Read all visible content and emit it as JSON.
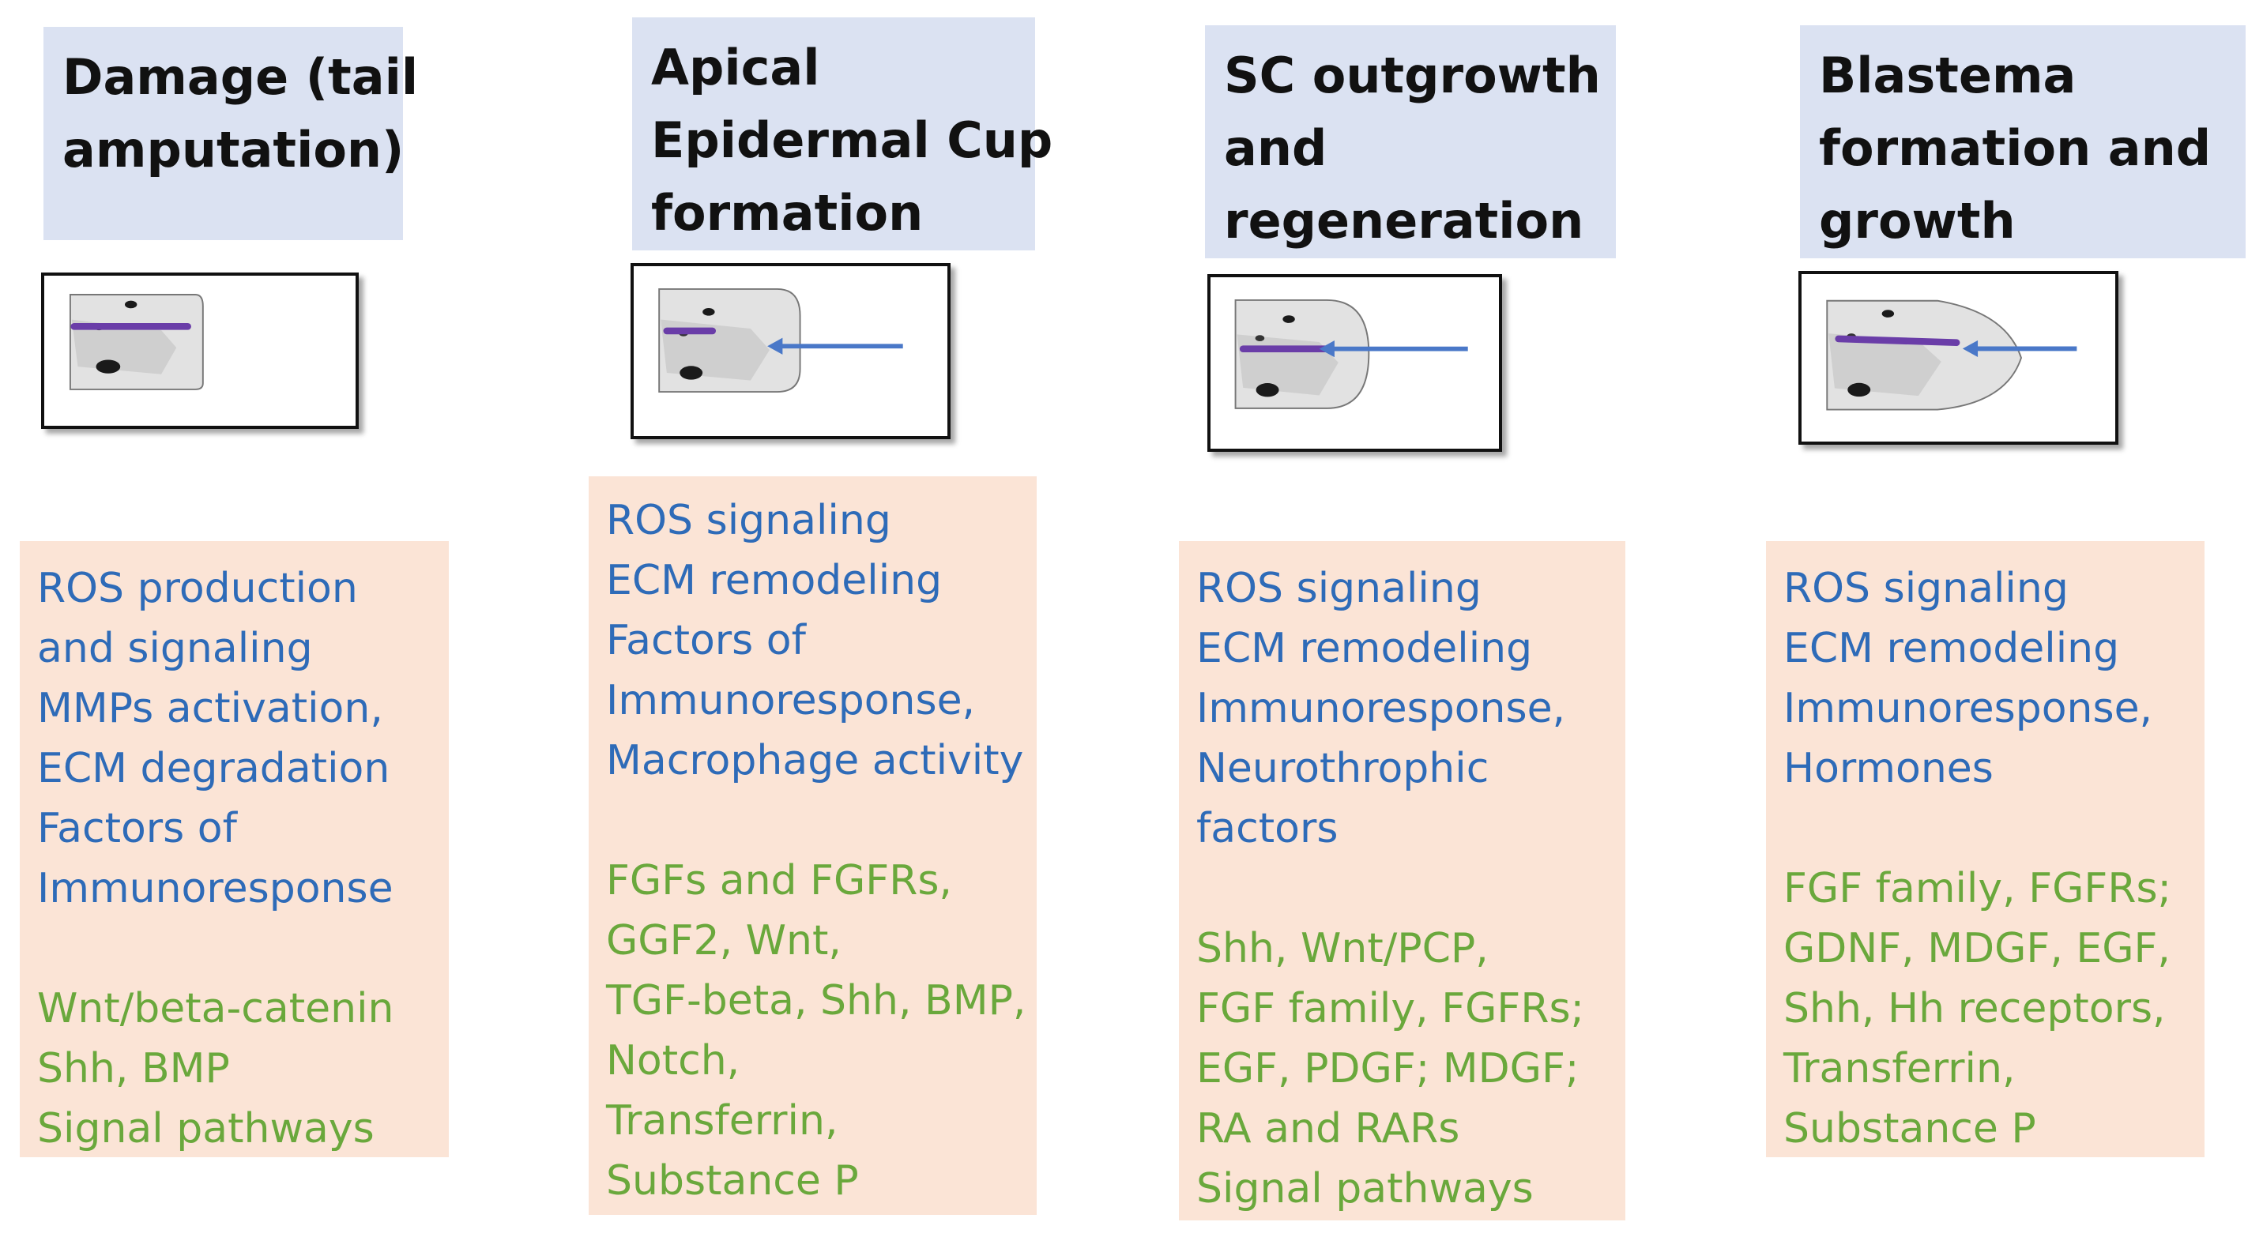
{
  "colors": {
    "title_bg": "#dbe2f2",
    "info_bg": "#fbe4d6",
    "process_text": "#2e6bb8",
    "factor_text": "#6aa83c",
    "spinal_cord_line": "#6a3da8",
    "arrow": "#4a78c8"
  },
  "stages": [
    {
      "title_lines": [
        "Damage (tail",
        "amputation)"
      ],
      "tail_shape": "cut",
      "has_arrow": false,
      "processes": [
        "ROS production",
        "and signaling",
        "MMPs activation,",
        "ECM degradation",
        "Factors of",
        "Immunoresponse"
      ],
      "factors": [
        "Wnt/beta-catenin",
        "Shh, BMP",
        "Signal pathways"
      ]
    },
    {
      "title_lines": [
        "Apical",
        "Epidermal Cup",
        "formation"
      ],
      "tail_shape": "cup",
      "has_arrow": true,
      "processes": [
        "ROS signaling",
        "ECM remodeling",
        "Factors of",
        "Immunoresponse,",
        "Macrophage activity"
      ],
      "factors": [
        "FGFs and FGFRs,",
        "GGF2, Wnt,",
        "TGF-beta, Shh, BMP,",
        "Notch,",
        "Transferrin,",
        "Substance P"
      ]
    },
    {
      "title_lines": [
        "SC outgrowth",
        "and",
        "regeneration"
      ],
      "tail_shape": "rounded",
      "has_arrow": true,
      "processes": [
        "ROS signaling",
        "ECM remodeling",
        "Immunoresponse,",
        "Neurothrophic",
        "factors"
      ],
      "factors": [
        "Shh, Wnt/PCP,",
        "FGF family, FGFRs;",
        "EGF, PDGF; MDGF;",
        "RA and RARs",
        "Signal pathways"
      ]
    },
    {
      "title_lines": [
        "Blastema",
        "formation and",
        "growth"
      ],
      "tail_shape": "pointed",
      "has_arrow": true,
      "processes": [
        "ROS signaling",
        "ECM remodeling",
        "Immunoresponse,",
        "Hormones"
      ],
      "factors": [
        "FGF family, FGFRs;",
        "GDNF, MDGF, EGF,",
        "Shh, Hh receptors,",
        "Transferrin,",
        "Substance P"
      ]
    }
  ]
}
